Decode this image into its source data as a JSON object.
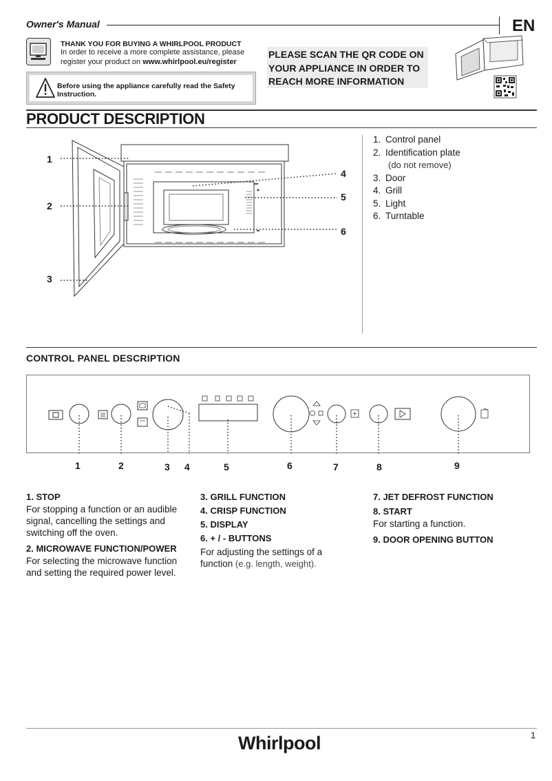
{
  "header": {
    "manual_title": "Owner's Manual",
    "language": "EN"
  },
  "thanks": {
    "title": "THANK YOU FOR BUYING A WHIRLPOOL PRODUCT",
    "line1": "In order to receive a more complete assistance, please",
    "line2_prefix": "register your product on ",
    "line2_link": "www.whirlpool.eu/register"
  },
  "safety": {
    "text": "Before using the appliance carefully read the Safety Instruction."
  },
  "qr_notice": {
    "line1": "PLEASE SCAN THE QR CODE ON",
    "line2": "YOUR APPLIANCE IN ORDER TO",
    "line3": "REACH MORE INFORMATION"
  },
  "product_description": {
    "title": "PRODUCT DESCRIPTION",
    "callouts": [
      "1",
      "2",
      "3",
      "4",
      "5",
      "6"
    ],
    "legend": [
      {
        "num": "1.",
        "label": "Control panel"
      },
      {
        "num": "2.",
        "label": "Identification plate",
        "sub": "(do not remove)"
      },
      {
        "num": "3.",
        "label": "Door"
      },
      {
        "num": "4.",
        "label": "Grill"
      },
      {
        "num": "5.",
        "label": "Light"
      },
      {
        "num": "6.",
        "label": "Turntable"
      }
    ]
  },
  "control_panel": {
    "title": "CONTROL PANEL DESCRIPTION",
    "numbers": [
      "1",
      "2",
      "3",
      "4",
      "5",
      "6",
      "7",
      "8",
      "9"
    ],
    "col1": {
      "h1": "1. STOP",
      "p1": "For stopping a function or an audible signal, cancelling the settings and switching off the oven.",
      "h2": "2. MICROWAVE FUNCTION/POWER",
      "p2": "For selecting the microwave function and setting the required power level."
    },
    "col2": {
      "h1": "3. GRILL FUNCTION",
      "h2": "4. CRISP FUNCTION",
      "h3": "5. DISPLAY",
      "h4": "6. + / - BUTTONS",
      "p4": "For adjusting the settings of a function",
      "p4_light": " (e.g. length, weight)."
    },
    "col3": {
      "h1": "7. JET DEFROST FUNCTION",
      "h2": "8. START",
      "p2": "For starting a function.",
      "h3": "9. DOOR OPENING BUTTON"
    }
  },
  "footer": {
    "brand": "Whirlpool",
    "page": "1"
  }
}
